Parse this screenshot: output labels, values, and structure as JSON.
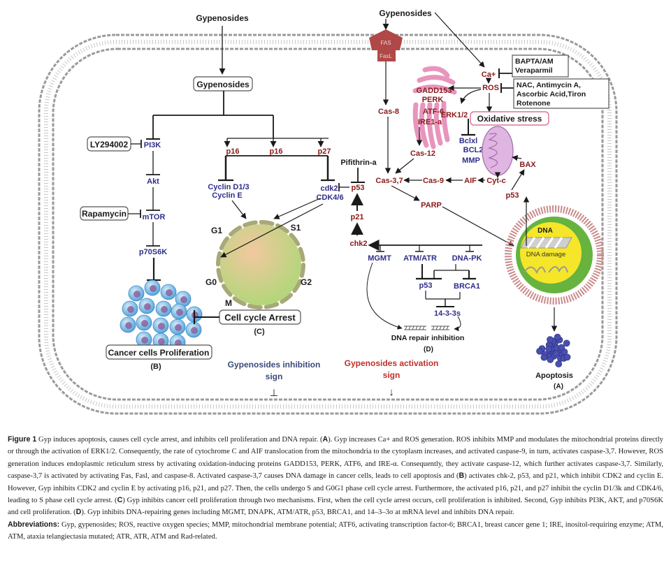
{
  "diagram": {
    "gyp_top_left": "Gypenosides",
    "gyp_top_right": "Gypenosides",
    "gyp_box": "Gypenosides",
    "fas": "FAS",
    "fasl": "FasL",
    "ly": "LY294002",
    "pi3k": "PI3K",
    "akt": "Akt",
    "rapamycin": "Rapamycin",
    "mtor": "mTOR",
    "p70": "p70S6K",
    "cancer_box": "Cancer cells Proliferation",
    "label_b": "(B)",
    "p16a": "p16",
    "p16b": "p16",
    "p27": "p27",
    "cyclin1": "Cyclin D1/3",
    "cyclin2": "Cyclin E",
    "cdk2": "cdk2",
    "cdk46": "CDK4/6",
    "g1": "G1",
    "s1": "S1",
    "g0": "G0",
    "g2": "G2",
    "m": "M",
    "arrest_box": "Cell cycle Arrest",
    "label_c": "(C)",
    "pifithrin": "Pifithrin-a",
    "p53_left": "p53",
    "p21": "p21",
    "chk2": "chk2",
    "cas8": "Cas-8",
    "gadd": "GADD153",
    "perk": "PERK",
    "atf6": "ATF-6",
    "ire": "IRE1-a",
    "cas12": "Cas-12",
    "cas37": "Cas-3,7",
    "cas9": "Cas-9",
    "aif": "AIF",
    "cytc": "Cyt-c",
    "parp": "PARP",
    "ca": "Ca+",
    "ros": "ROS",
    "bapta1": "BAPTA/AM",
    "bapta2": "Veraparmil",
    "nac1": "NAC, Antimycin A,",
    "nac2": "Ascorbic Acid,Tiron",
    "nac3": "Rotenone",
    "erk": "ERK1/2",
    "oxidative": "Oxidative stress",
    "bclxl": "Bclxl",
    "bcl2": "BCL2",
    "mmp": "MMP",
    "bax": "BAX",
    "p53_right": "p53",
    "dna": "DNA",
    "dna_damage": "DNA damage",
    "mgmt": "MGMT",
    "atm": "ATM/ATR",
    "dnapk": "DNA-PK",
    "p53_mid": "p53",
    "brca1": "BRCA1",
    "s1433": "14-3-3s",
    "repair": "DNA repair inhibition",
    "label_d": "(D)",
    "apoptosis": "Apoptosis",
    "label_a": "(A)",
    "legend_inhib1": "Gypenosides inhibition",
    "legend_inhib2": "sign",
    "legend_inhib_symbol": "⊥",
    "legend_act1": "Gypenosides activation",
    "legend_act2": "sign",
    "legend_act_symbol": "↓"
  },
  "colors": {
    "red_label": "#8b1a1a",
    "blue_label": "#2e2e8a",
    "membrane": "#b0b0b0",
    "er": "#e68ab8",
    "mito": "#d9a3d9",
    "cell_cycle": "#bcd98a",
    "nucleus_outer": "#66b33f",
    "nucleus_inner": "#f5e62a",
    "fas": "#b04848"
  },
  "caption": {
    "fig_label": "Figure 1",
    "text1": " Gyp induces apoptosis, causes cell cycle arrest, and inhibits cell proliferation and DNA repair. (",
    "A": "A",
    "text2": "). Gyp increases Ca+ and ROS generation. ROS inhibits MMP and modulates the mitochondrial proteins directly or through the activation of ERK1/2. Consequently, the rate of cytochrome C and AIF translocation from the mitochondria to the cytoplasm increases, and activated caspase-9, in turn, activates caspase-3,7. However, ROS generation induces endoplasmic reticulum stress by activating oxidation-inducing proteins GADD153, PERK, ATF6, and IRE-α. Consequently, they activate caspase-12, which further activates caspase-3,7. Similarly, caspase-3,7 is activated by activating Fas, Fasl, and caspase-8. Activated caspase-3,7 causes DNA damage in cancer cells, leads to cell apoptosis and (",
    "B": "B",
    "text3": ") activates chk-2, p53, and p21, which inhibit CDK2 and cyclin E. However, Gyp inhibits CDK2 and cyclin E by activating p16, p21, and p27. Then, the cells undergo S and G0G1 phase cell cycle arrest. Furthermore, the activated p16, p21, and p27 inhibit the cyclin D1/3k and CDK4/6, leading to S phase cell cycle arrest. (",
    "C": "C",
    "text4": ") Gyp inhibits cancer cell proliferation through two mechanisms. First, when the cell cycle arrest occurs, cell proliferation is inhibited. Second, Gyp inhibits PI3K, AKT, and p70S6K and cell proliferation. (",
    "D": "D",
    "text5": "). Gyp inhibits DNA-repairing genes including MGMT, DNAPK, ATM/ATR, p53, BRCA1, and 14–3–3σ at mRNA level and inhibits DNA repair.",
    "abbr_label": "Abbreviations:",
    "abbr_text": " Gyp, gypenosides; ROS, reactive oxygen species; MMP, mitochondrial membrane potential; ATF6, activating transcription factor-6; BRCA1, breast cancer gene 1; IRE, inositol-requiring enzyme; ATM, ATM, ataxia telangiectasia mutated; ATR, ATR, ATM and Rad-related."
  }
}
